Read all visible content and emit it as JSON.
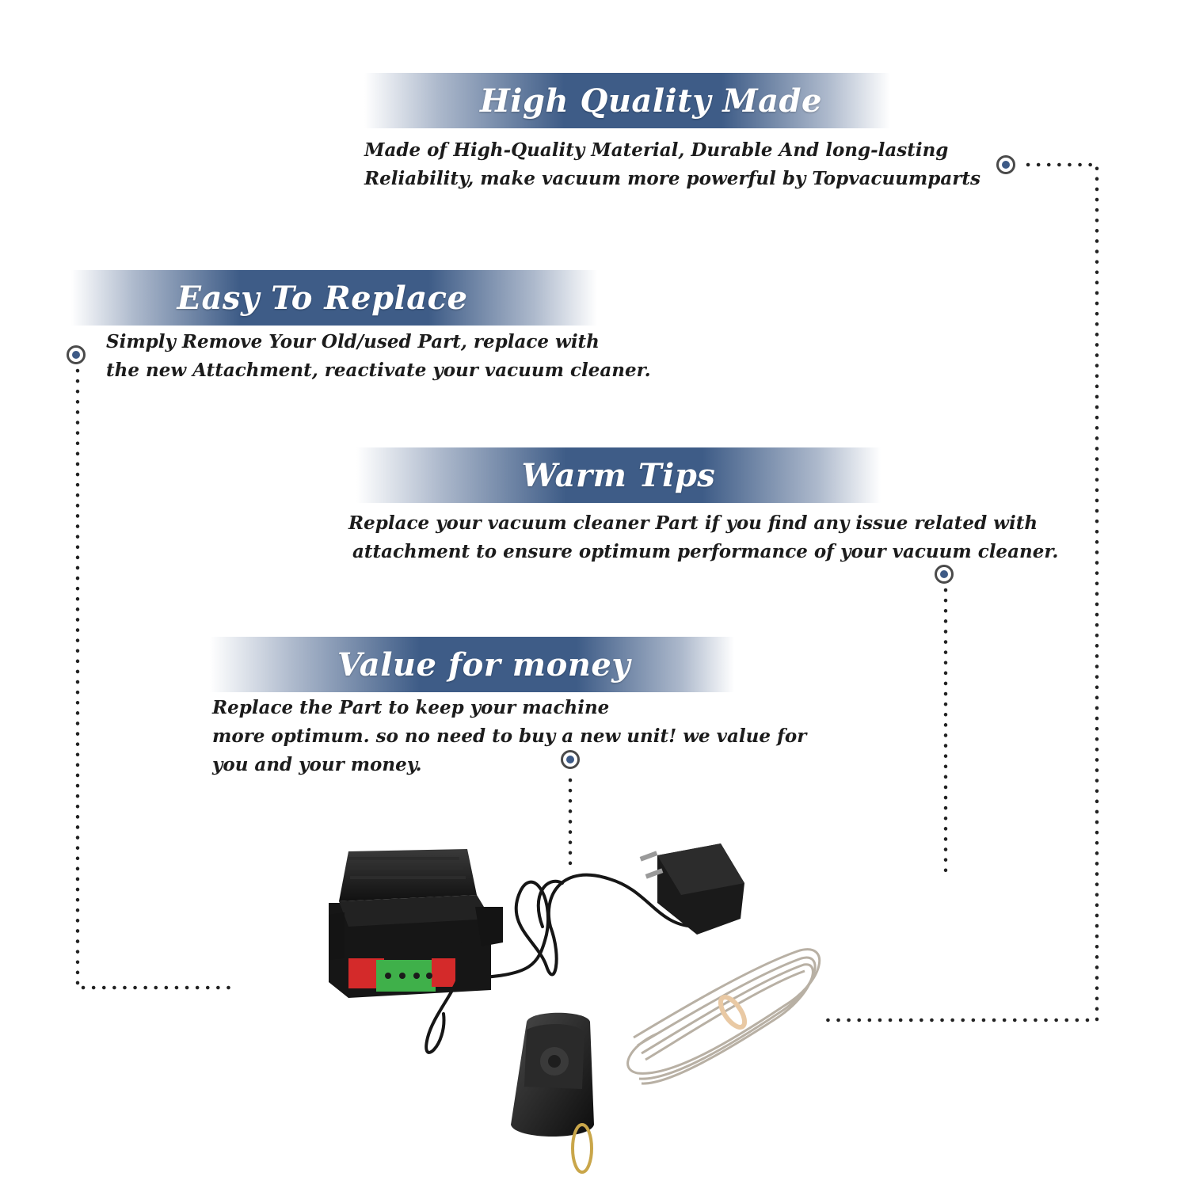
{
  "features": [
    {
      "title": "High Quality Made",
      "lines": [
        "Made of  High-Quality Material, Durable And long-lasting",
        "Reliability, make vacuum more powerful by Topvacuumparts"
      ]
    },
    {
      "title": "Easy To Replace",
      "lines": [
        "Simply Remove Your Old/used Part, replace with",
        "the new Attachment, reactivate your vacuum cleaner."
      ]
    },
    {
      "title": "Warm Tips",
      "lines": [
        "Replace your vacuum cleaner Part if you find any issue related with",
        "attachment to ensure optimum performance of your vacuum cleaner."
      ]
    },
    {
      "title": "Value for money",
      "lines": [
        "Replace the Part to keep your machine",
        "more optimum. so no need to buy a new unit! we value for",
        "you and your money."
      ]
    }
  ],
  "colors": {
    "banner": "#3e5c87",
    "node_dot": "#3d5a86",
    "text": "#1c1c1c",
    "dotted_line": "#222222"
  },
  "product": {
    "name": "remote-control-receiver-kit-icon",
    "parts": [
      "receiver-module-icon",
      "power-adapter-icon",
      "key-fob-remote-icon",
      "coiled-wire-icon"
    ]
  }
}
